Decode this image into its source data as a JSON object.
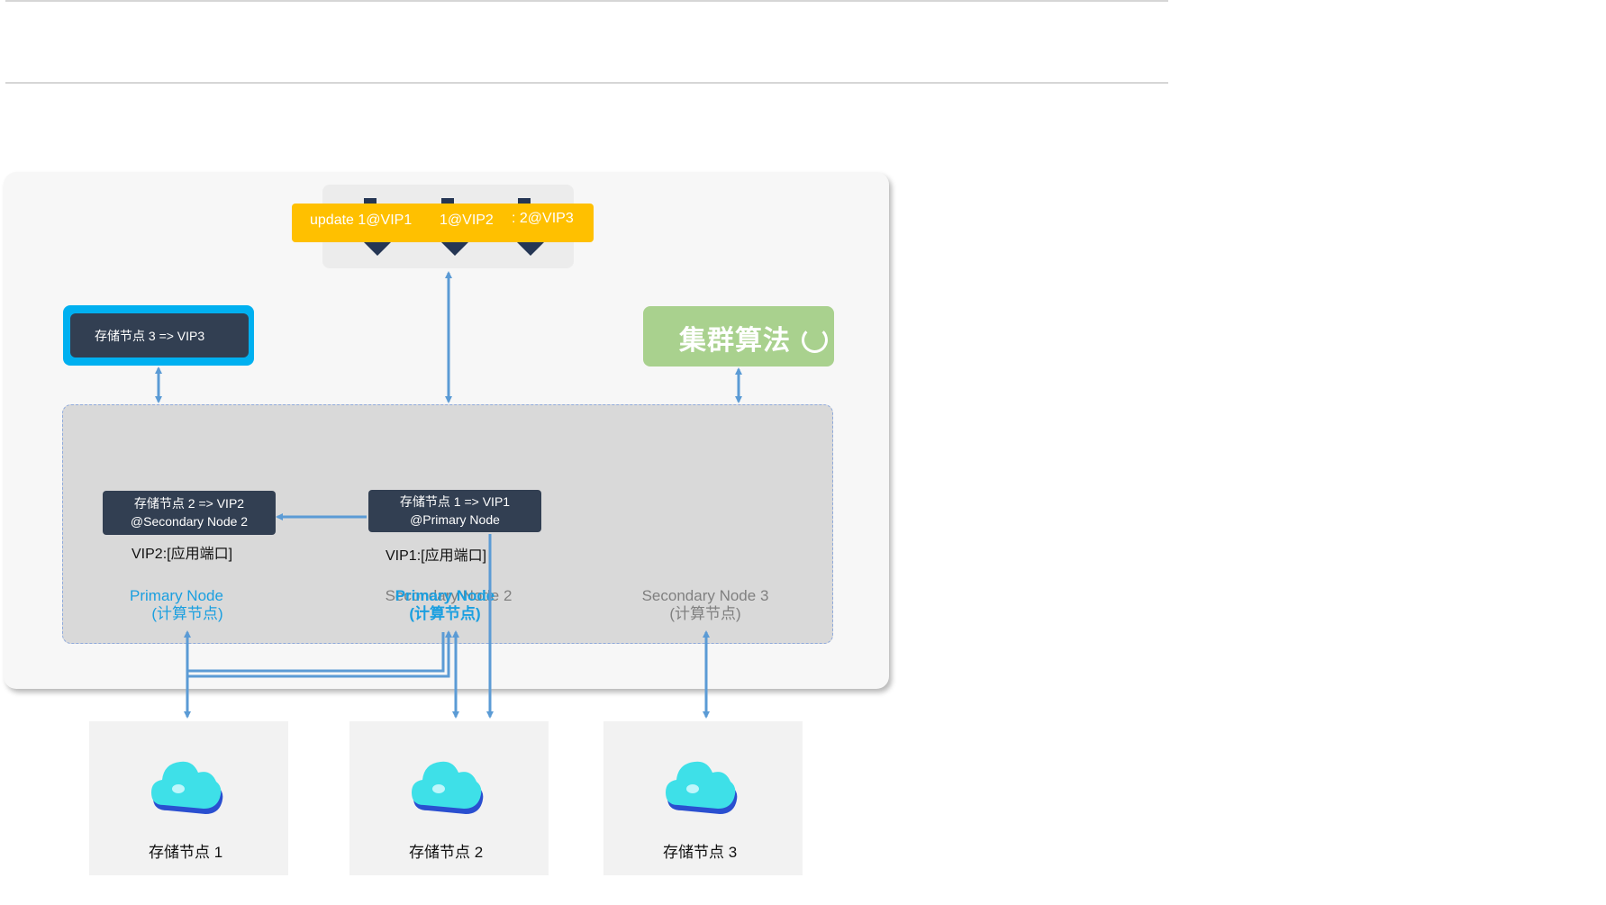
{
  "sql_bar": {
    "segment1": "update 1@VIP1",
    "segment2": "1@VIP2",
    "segment3": ": 2@VIP3"
  },
  "vip3_box": {
    "label": "存储节点 3 => VIP3"
  },
  "algorithm_box": {
    "label": "集群算法"
  },
  "mapping_boxes": [
    {
      "line1": "存储节点 2 => VIP2",
      "line2": "@Secondary Node 2"
    },
    {
      "line1": "存储节点 1 => VIP1",
      "line2": "@Primary Node"
    }
  ],
  "vip_ports": [
    "VIP2:[应用端口]",
    "VIP1:[应用端口]"
  ],
  "nodes": [
    {
      "name": "Primary Node",
      "role": "(计算节点)"
    },
    {
      "name": "Secondary Node 2",
      "overlay_name": "Primary Node",
      "role": "(计算节点)"
    },
    {
      "name": "Secondary Node 3",
      "role": "(计算节点)"
    }
  ],
  "storage_nodes": [
    "存储节点 1",
    "存储节点 2",
    "存储节点 3"
  ],
  "colors": {
    "sql_bar": "#ffc000",
    "vip3_border": "#00b0f0",
    "algorithm": "#a9d18e",
    "arrows": "#5b9bd5",
    "primary_text": "#1a9fe0",
    "secondary_text": "#808080",
    "dark_box": "#323f52"
  }
}
